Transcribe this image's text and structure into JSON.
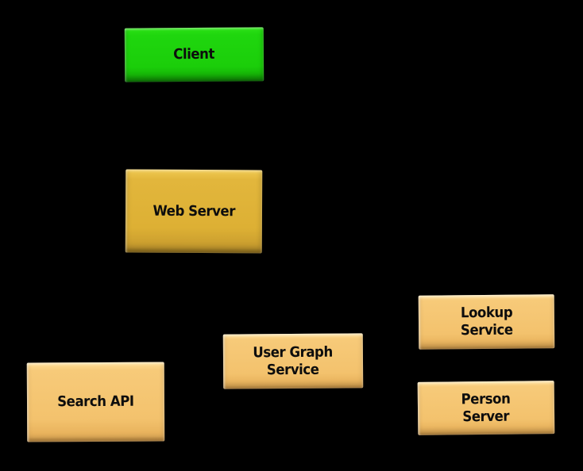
{
  "diagram": {
    "type": "architecture-diagram",
    "background_color": "#000000",
    "text_color": "#0d0d0d",
    "nodes": {
      "client": {
        "label": "Client",
        "fill": "#1fd60e"
      },
      "web_server": {
        "label": "Web Server",
        "fill": "#ddb034"
      },
      "search_api": {
        "label": "Search API",
        "fill": "#f3c26d"
      },
      "user_graph_service": {
        "label": "User Graph\nService",
        "fill": "#f3c26d"
      },
      "lookup_service": {
        "label": "Lookup\nService",
        "fill": "#f3c26d"
      },
      "person_server": {
        "label": "Person\nServer",
        "fill": "#f3c26d"
      }
    },
    "edges": []
  }
}
